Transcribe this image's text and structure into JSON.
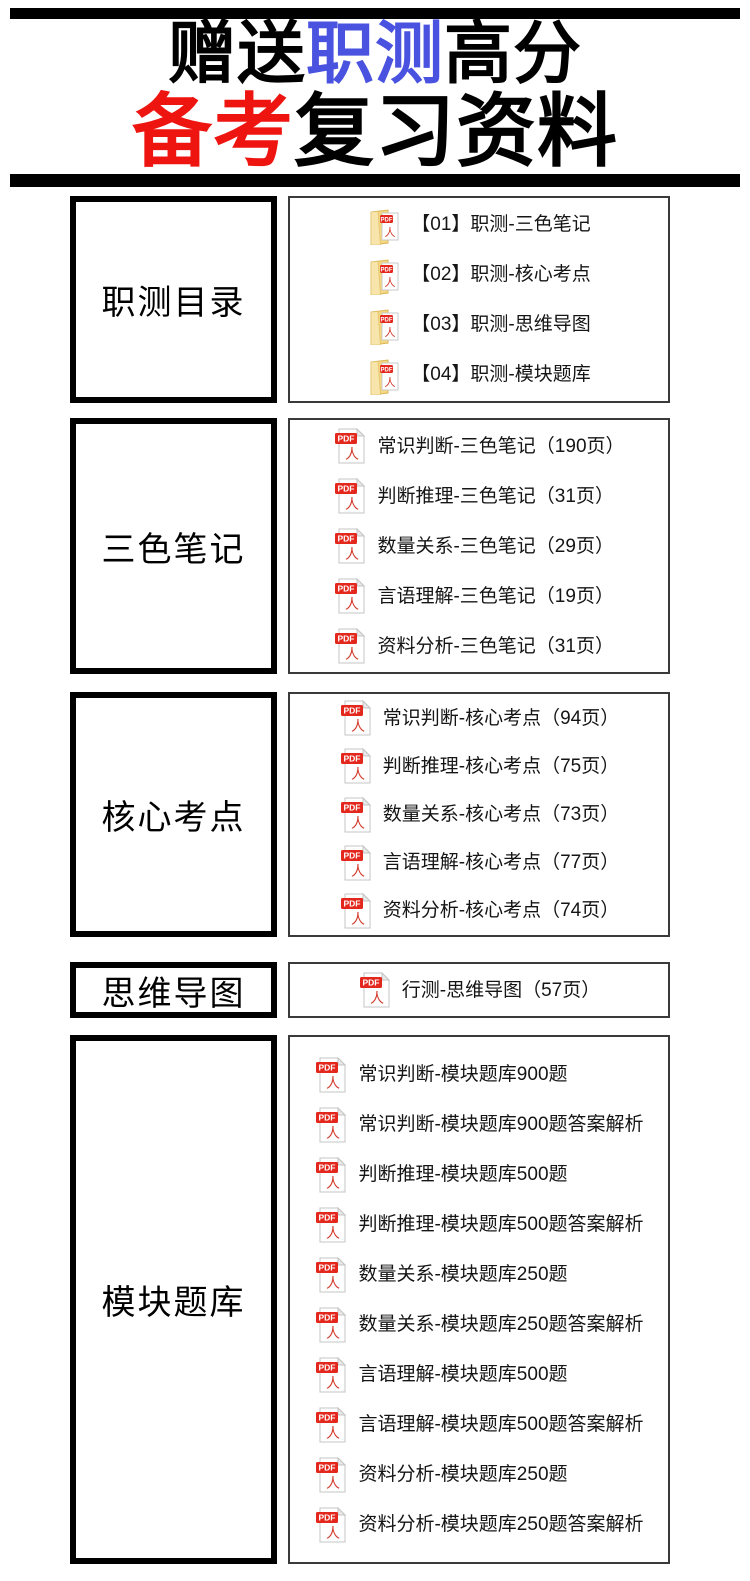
{
  "title": {
    "line1": [
      {
        "text": "赠送",
        "color": "black"
      },
      {
        "text": "职测",
        "color": "blue"
      },
      {
        "text": "高分",
        "color": "black"
      }
    ],
    "line2": [
      {
        "text": "备考",
        "color": "red"
      },
      {
        "text": "复习资料",
        "color": "black"
      }
    ]
  },
  "colors": {
    "accent-blue": "#4a52e0",
    "accent-red": "#ee1511",
    "pdf-banner-red": "#e3271d",
    "pdf-logo-red": "#d3392b",
    "folder-yellow": "#f5d87f"
  },
  "sections": [
    {
      "label": "职测目录",
      "icon": "pdf-folder-icon",
      "items": [
        "【01】职测-三色笔记",
        "【02】职测-核心考点",
        "【03】职测-思维导图",
        "【04】职测-模块题库"
      ]
    },
    {
      "label": "三色笔记",
      "icon": "pdf-file-icon",
      "items": [
        "常识判断-三色笔记（190页）",
        "判断推理-三色笔记（31页）",
        "数量关系-三色笔记（29页）",
        "言语理解-三色笔记（19页）",
        "资料分析-三色笔记（31页）"
      ]
    },
    {
      "label": "核心考点",
      "icon": "pdf-file-icon",
      "items": [
        "常识判断-核心考点（94页）",
        "判断推理-核心考点（75页）",
        "数量关系-核心考点（73页）",
        "言语理解-核心考点（77页）",
        "资料分析-核心考点（74页）"
      ]
    },
    {
      "label": "思维导图",
      "icon": "pdf-file-icon",
      "items": [
        "行测-思维导图（57页）"
      ]
    },
    {
      "label": "模块题库",
      "icon": "pdf-file-icon",
      "items": [
        "常识判断-模块题库900题",
        "常识判断-模块题库900题答案解析",
        "判断推理-模块题库500题",
        "判断推理-模块题库500题答案解析",
        "数量关系-模块题库250题",
        "数量关系-模块题库250题答案解析",
        "言语理解-模块题库500题",
        "言语理解-模块题库500题答案解析",
        "资料分析-模块题库250题",
        "资料分析-模块题库250题答案解析"
      ]
    }
  ]
}
